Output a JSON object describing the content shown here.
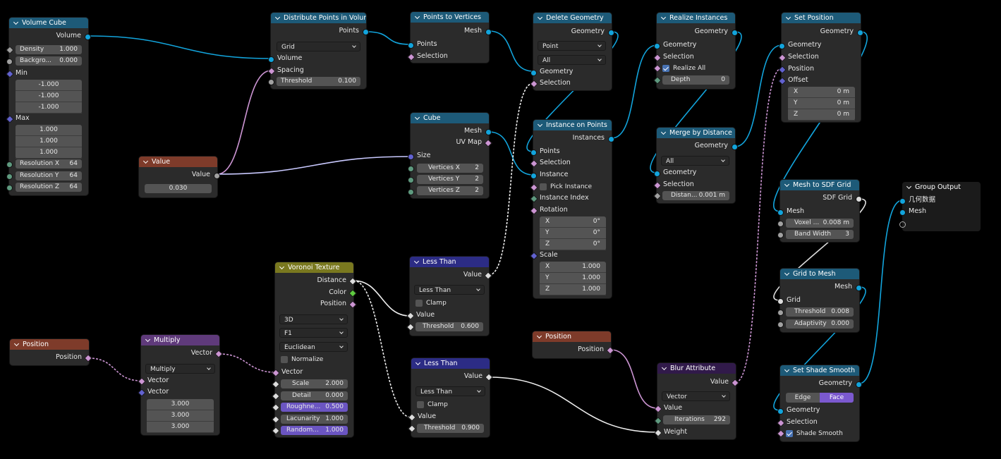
{
  "colors": {
    "geometry": "#12a4dc",
    "float": "#a1a1a1",
    "vector": "#6262d0",
    "color": "#c8c829",
    "boolean": "#cc95d3",
    "integer": "#5e9a7f",
    "rotation": "#cc95d3",
    "sdf": "#dddddd"
  },
  "nodes": {
    "volume_cube": {
      "title": "Volume Cube",
      "out_volume": "Volume",
      "density": {
        "label": "Density",
        "value": "1.000"
      },
      "background": {
        "label": "Backgro...",
        "value": "0.000"
      },
      "min_label": "Min",
      "min": [
        "-1.000",
        "-1.000",
        "-1.000"
      ],
      "max_label": "Max",
      "max": [
        "1.000",
        "1.000",
        "1.000"
      ],
      "res_x": {
        "label": "Resolution X",
        "value": "64"
      },
      "res_y": {
        "label": "Resolution Y",
        "value": "64"
      },
      "res_z": {
        "label": "Resolution Z",
        "value": "64"
      }
    },
    "value": {
      "title": "Value",
      "out_value": "Value",
      "field": "0.030"
    },
    "distribute": {
      "title": "Distribute Points in Volume",
      "out_points": "Points",
      "mode": "Grid",
      "in_volume": "Volume",
      "in_spacing": "Spacing",
      "threshold": {
        "label": "Threshold",
        "value": "0.100"
      }
    },
    "points_to_vertices": {
      "title": "Points to Vertices",
      "out_mesh": "Mesh",
      "in_points": "Points",
      "in_selection": "Selection"
    },
    "cube": {
      "title": "Cube",
      "out_mesh": "Mesh",
      "out_uvmap": "UV Map",
      "in_size": "Size",
      "vx": {
        "label": "Vertices X",
        "value": "2"
      },
      "vy": {
        "label": "Vertices Y",
        "value": "2"
      },
      "vz": {
        "label": "Vertices Z",
        "value": "2"
      }
    },
    "delete_geometry": {
      "title": "Delete Geometry",
      "out_geometry": "Geometry",
      "domain": "Point",
      "mode": "All",
      "in_geometry": "Geometry",
      "in_selection": "Selection"
    },
    "instance_on_points": {
      "title": "Instance on Points",
      "out_instances": "Instances",
      "in_points": "Points",
      "in_selection": "Selection",
      "in_instance": "Instance",
      "pick_instance": "Pick Instance",
      "instance_index": "Instance Index",
      "rotation": "Rotation",
      "rot": [
        {
          "label": "X",
          "value": "0°"
        },
        {
          "label": "Y",
          "value": "0°"
        },
        {
          "label": "Z",
          "value": "0°"
        }
      ],
      "scale": "Scale",
      "scl": [
        {
          "label": "X",
          "value": "1.000"
        },
        {
          "label": "Y",
          "value": "1.000"
        },
        {
          "label": "Z",
          "value": "1.000"
        }
      ]
    },
    "realize_instances": {
      "title": "Realize Instances",
      "out_geometry": "Geometry",
      "in_geometry": "Geometry",
      "in_selection": "Selection",
      "realize_all": "Realize All",
      "depth": {
        "label": "Depth",
        "value": "0"
      }
    },
    "merge_by_distance": {
      "title": "Merge by Distance",
      "out_geometry": "Geometry",
      "mode": "All",
      "in_geometry": "Geometry",
      "in_selection": "Selection",
      "distance": {
        "label": "Distan...",
        "value": "0.001 m"
      }
    },
    "set_position": {
      "title": "Set Position",
      "out_geometry": "Geometry",
      "in_geometry": "Geometry",
      "in_selection": "Selection",
      "in_position": "Position",
      "in_offset": "Offset",
      "offset": [
        {
          "label": "X",
          "value": "0 m"
        },
        {
          "label": "Y",
          "value": "0 m"
        },
        {
          "label": "Z",
          "value": "0 m"
        }
      ]
    },
    "mesh_to_sdf": {
      "title": "Mesh to SDF Grid",
      "out_sdf": "SDF Grid",
      "in_mesh": "Mesh",
      "voxel": {
        "label": "Voxel ...",
        "value": "0.008 m"
      },
      "band": {
        "label": "Band Width",
        "value": "3"
      }
    },
    "grid_to_mesh": {
      "title": "Grid to Mesh",
      "out_mesh": "Mesh",
      "in_grid": "Grid",
      "threshold": {
        "label": "Threshold",
        "value": "0.008"
      },
      "adaptivity": {
        "label": "Adaptivity",
        "value": "0.000"
      }
    },
    "set_shade_smooth": {
      "title": "Set Shade Smooth",
      "out_geometry": "Geometry",
      "seg_edge": "Edge",
      "seg_face": "Face",
      "in_geometry": "Geometry",
      "in_selection": "Selection",
      "shade_smooth": "Shade Smooth"
    },
    "group_output": {
      "title": "Group Output",
      "in_geo": "几何数据",
      "in_mesh": "Mesh"
    },
    "voronoi": {
      "title": "Voronoi Texture",
      "out_distance": "Distance",
      "out_color": "Color",
      "out_position": "Position",
      "dim": "3D",
      "feature": "F1",
      "metric": "Euclidean",
      "normalize": "Normalize",
      "in_vector": "Vector",
      "scale": {
        "label": "Scale",
        "value": "2.000"
      },
      "detail": {
        "label": "Detail",
        "value": "0.000"
      },
      "roughness": {
        "label": "Roughne...",
        "value": "0.500"
      },
      "lacunarity": {
        "label": "Lacunarity",
        "value": "1.000"
      },
      "randomness": {
        "label": "Random...",
        "value": "1.000"
      }
    },
    "less_than_1": {
      "title": "Less Than",
      "out_value": "Value",
      "mode": "Less Than",
      "clamp": "Clamp",
      "in_value": "Value",
      "threshold": {
        "label": "Threshold",
        "value": "0.600"
      }
    },
    "less_than_2": {
      "title": "Less Than",
      "out_value": "Value",
      "mode": "Less Than",
      "clamp": "Clamp",
      "in_value": "Value",
      "threshold": {
        "label": "Threshold",
        "value": "0.900"
      }
    },
    "position_1": {
      "title": "Position",
      "out_position": "Position"
    },
    "multiply": {
      "title": "Multiply",
      "out_vector": "Vector",
      "mode": "Multiply",
      "in_vector1": "Vector",
      "in_vector2": "Vector",
      "values": [
        "3.000",
        "3.000",
        "3.000"
      ]
    },
    "position_2": {
      "title": "Position",
      "out_position": "Position"
    },
    "blur": {
      "title": "Blur Attribute",
      "out_value": "Value",
      "type": "Vector",
      "in_value": "Value",
      "iterations": {
        "label": "Iterations",
        "value": "292"
      },
      "in_weight": "Weight"
    }
  }
}
